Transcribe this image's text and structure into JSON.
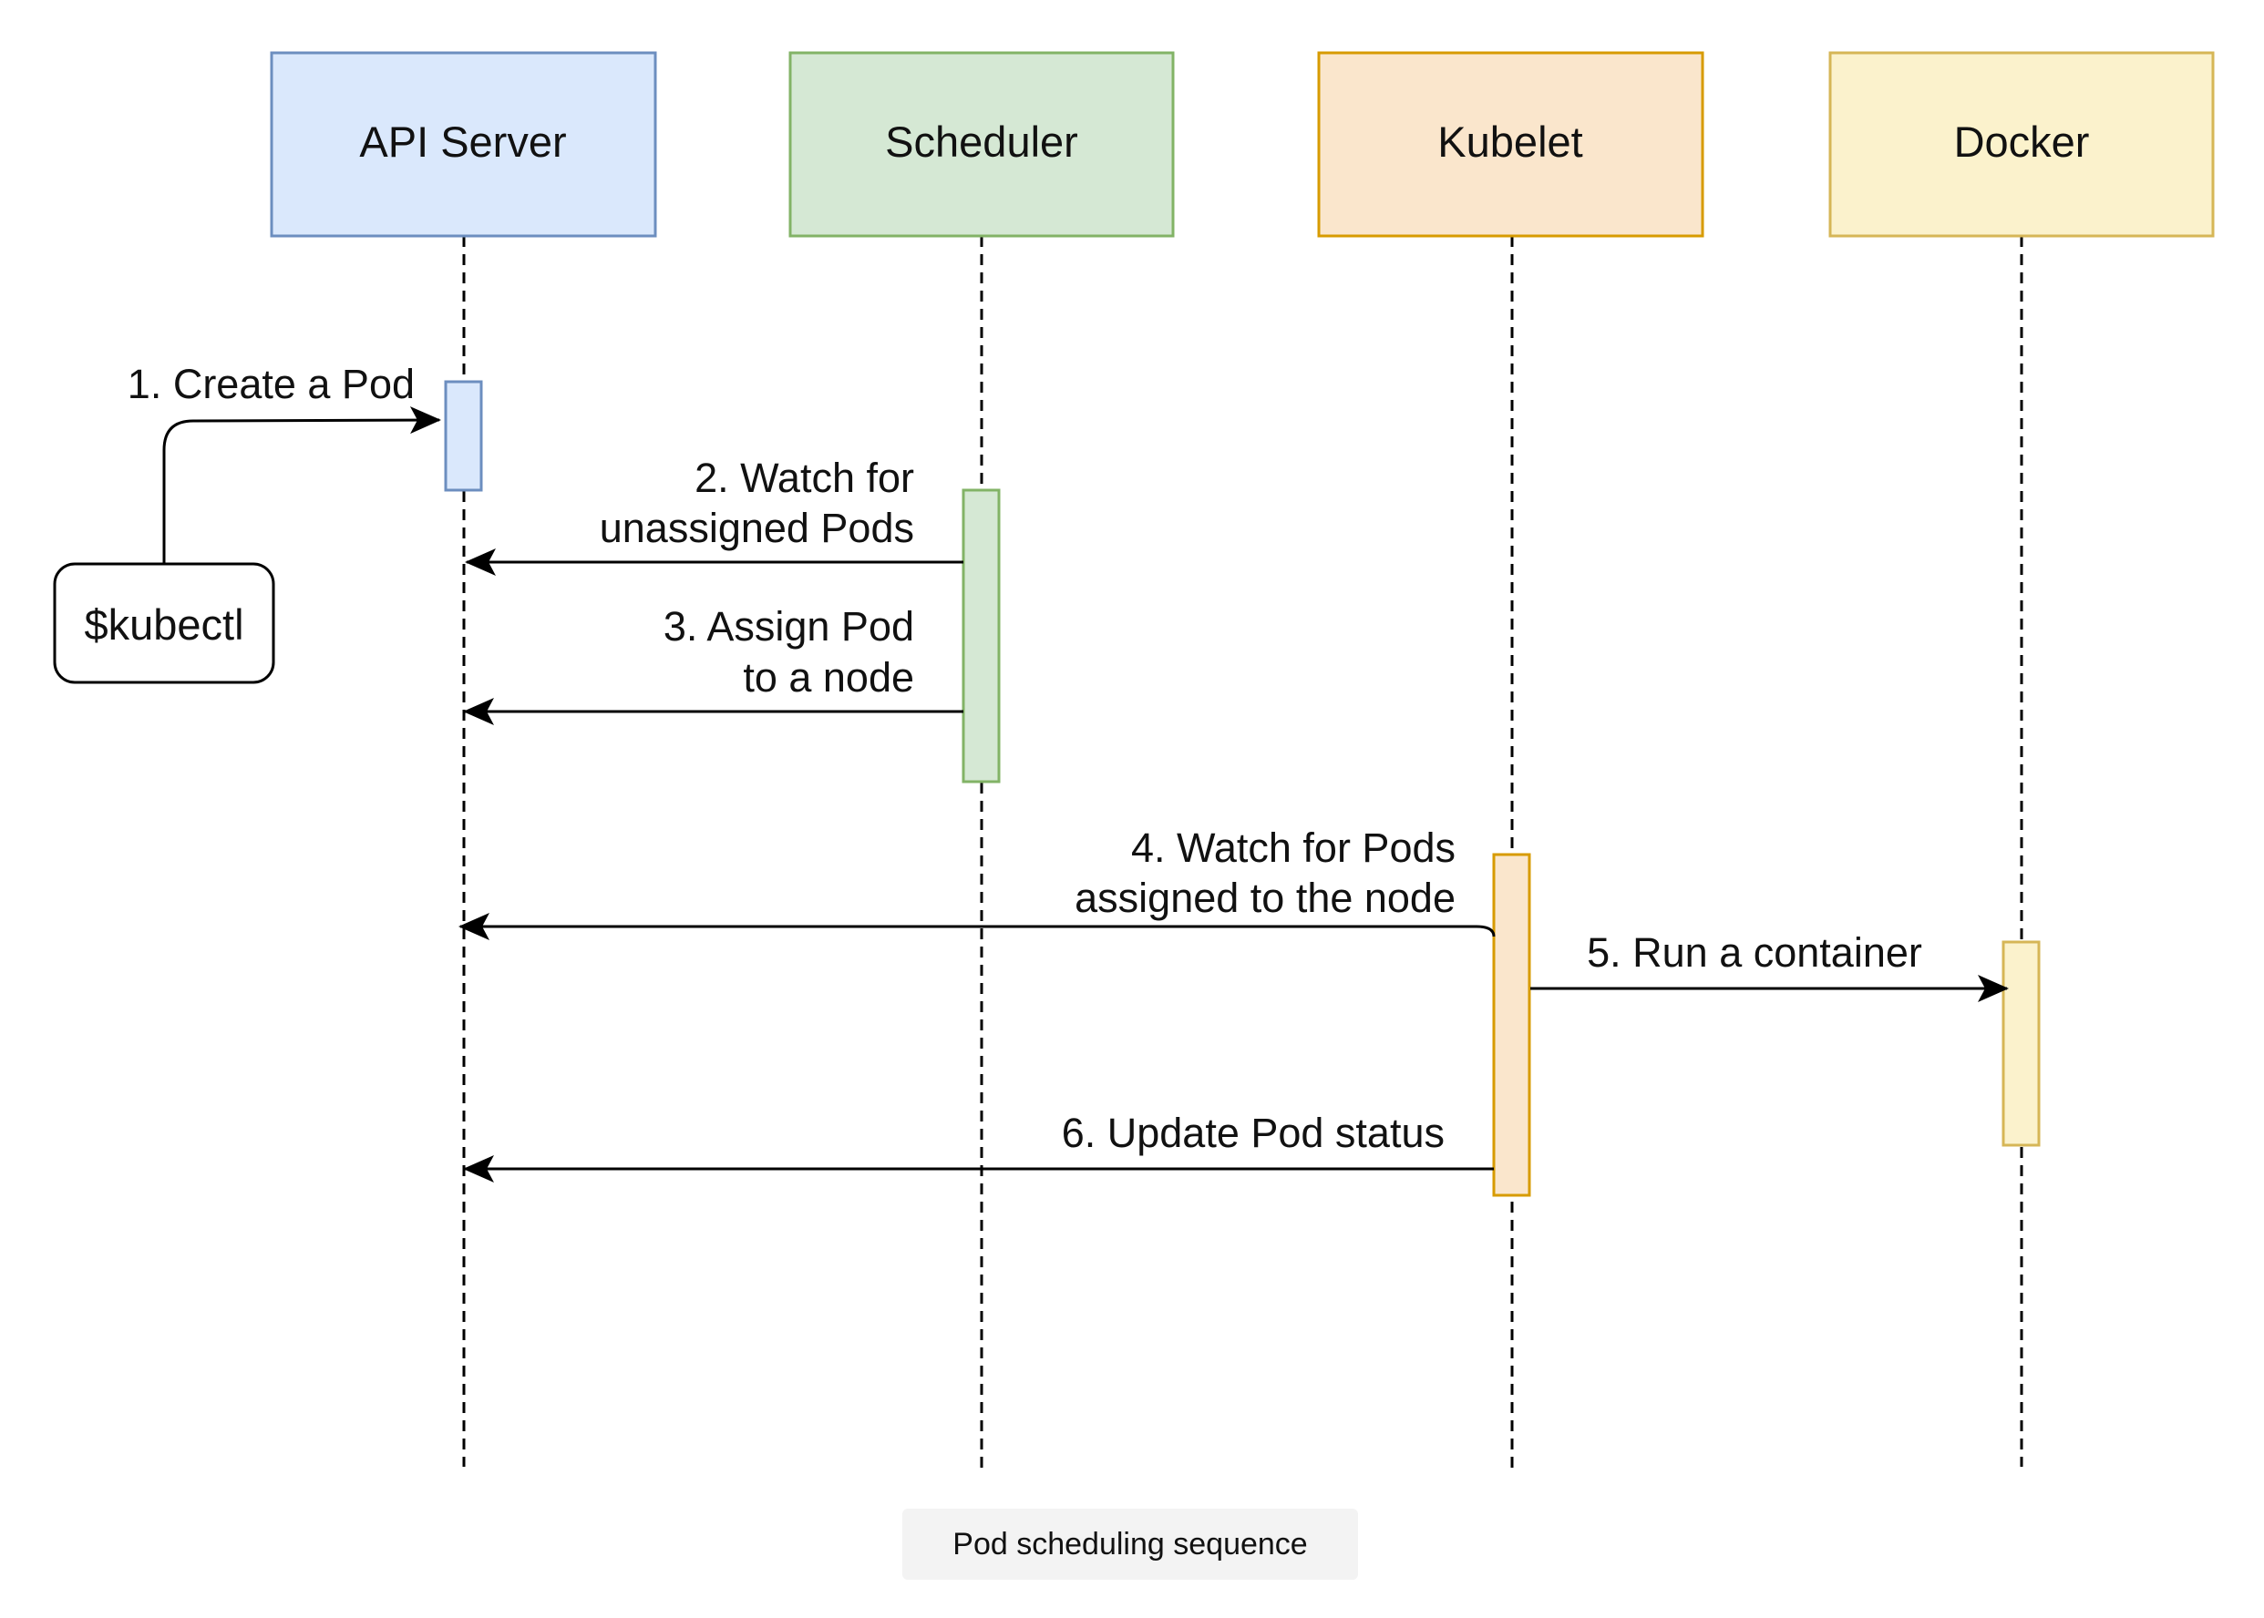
{
  "diagram": {
    "actors": [
      {
        "id": "api",
        "label": "API Server",
        "fill": "#dae8fc",
        "stroke": "#6c8ebf"
      },
      {
        "id": "sched",
        "label": "Scheduler",
        "fill": "#d5e8d4",
        "stroke": "#82b366"
      },
      {
        "id": "kubelet",
        "label": "Kubelet",
        "fill": "#fae6cc",
        "stroke": "#d79b00"
      },
      {
        "id": "docker",
        "label": "Docker",
        "fill": "#fbf2cc",
        "stroke": "#d6b656"
      }
    ],
    "client": {
      "label": "$kubectl"
    },
    "messages": [
      {
        "from": "client",
        "to": "api",
        "lines": [
          "1. Create a Pod"
        ]
      },
      {
        "from": "sched",
        "to": "api",
        "lines": [
          "2. Watch for",
          "unassigned Pods"
        ]
      },
      {
        "from": "sched",
        "to": "api",
        "lines": [
          "3. Assign Pod",
          "to a node"
        ]
      },
      {
        "from": "kubelet",
        "to": "api",
        "lines": [
          "4. Watch for Pods",
          "assigned to the node"
        ]
      },
      {
        "from": "kubelet",
        "to": "docker",
        "lines": [
          "5. Run a container"
        ]
      },
      {
        "from": "kubelet",
        "to": "api",
        "lines": [
          "6. Update Pod status"
        ]
      }
    ]
  },
  "caption": "Pod scheduling sequence"
}
